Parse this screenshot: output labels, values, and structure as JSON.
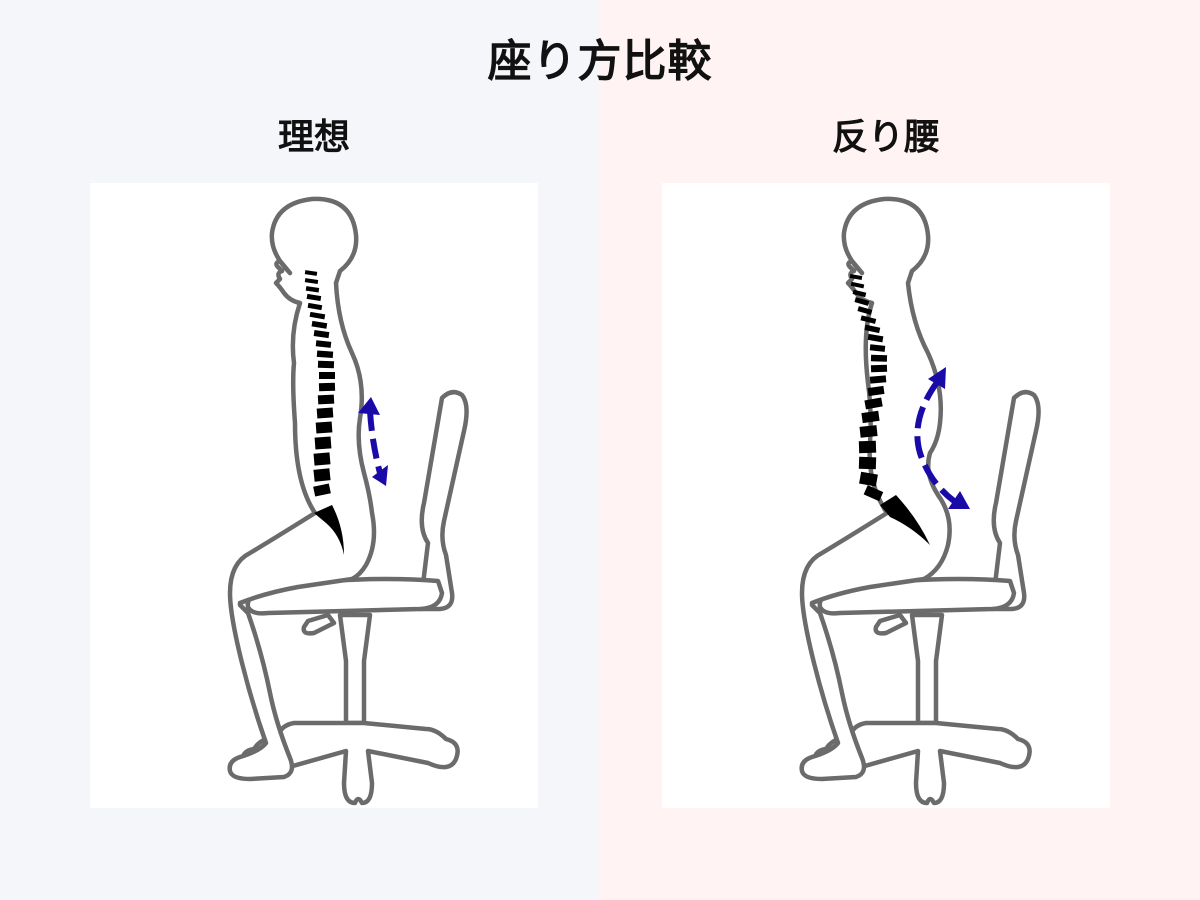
{
  "title": "座り方比較",
  "colors": {
    "left_background": "#f5f6fa",
    "right_background": "#fff4f3",
    "panel_background": "#ffffff",
    "outline": "#6b6b6b",
    "spine": "#000000",
    "arrow": "#1a0aa8"
  },
  "columns": [
    {
      "label": "理想",
      "figure": "seated-person-ideal-posture",
      "spine_curve": "straight",
      "arrow": "short-vertical-double-arrow"
    },
    {
      "label": "反り腰",
      "figure": "seated-person-arched-back-posture",
      "spine_curve": "exaggerated-lumbar-curve",
      "arrow": "curved-double-arrow"
    }
  ]
}
